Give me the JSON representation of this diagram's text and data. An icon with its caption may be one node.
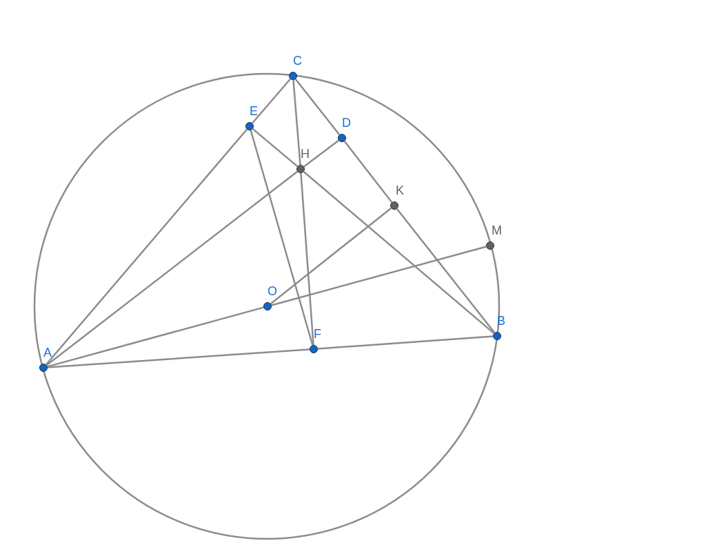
{
  "diagram": {
    "nodes": [
      {
        "text": [
          "A"
        ]
      },
      {
        "text": [
          "B"
        ]
      },
      {
        "text": [
          "C"
        ]
      },
      {
        "text": [
          "D"
        ]
      },
      {
        "text": [
          "E"
        ]
      },
      {
        "text": [
          "F"
        ]
      },
      {
        "text": [
          "H"
        ]
      },
      {
        "text": [
          "K"
        ]
      },
      {
        "text": [
          "M"
        ]
      },
      {
        "text": [
          "O"
        ]
      }
    ],
    "edges": [
      {
        "from": 0,
        "to": 4,
        "arrow": "none"
      },
      {
        "from": 4,
        "to": 2,
        "arrow": "none"
      },
      {
        "from": 2,
        "to": 3,
        "arrow": "none"
      },
      {
        "from": 3,
        "to": 7,
        "arrow": "none"
      },
      {
        "from": 7,
        "to": 1,
        "arrow": "none"
      },
      {
        "from": 0,
        "to": 5,
        "arrow": "none"
      },
      {
        "from": 5,
        "to": 1,
        "arrow": "none"
      },
      {
        "from": 0,
        "to": 6,
        "arrow": "none"
      },
      {
        "from": 6,
        "to": 3,
        "arrow": "none"
      },
      {
        "from": 2,
        "to": 6,
        "arrow": "none"
      },
      {
        "from": 6,
        "to": 5,
        "arrow": "none"
      },
      {
        "from": 4,
        "to": 6,
        "arrow": "none"
      },
      {
        "from": 6,
        "to": 1,
        "arrow": "none"
      },
      {
        "from": 4,
        "to": 5,
        "arrow": "none"
      },
      {
        "from": 0,
        "to": 9,
        "arrow": "none"
      },
      {
        "from": 9,
        "to": 8,
        "arrow": "none"
      },
      {
        "from": 9,
        "to": 7,
        "arrow": "none"
      }
    ]
  }
}
